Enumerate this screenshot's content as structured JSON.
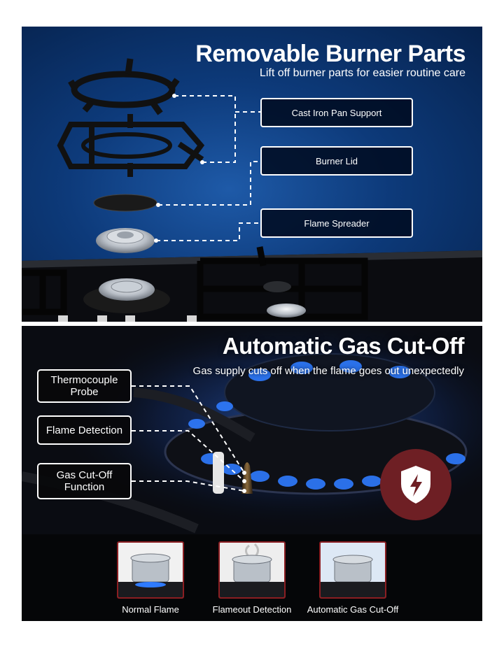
{
  "top_panel": {
    "title": "Removable Burner Parts",
    "subtitle": "Lift off burner parts for easier routine care",
    "labels": [
      "Cast Iron Pan Support",
      "Burner Lid",
      "Flame Spreader"
    ]
  },
  "bottom_panel": {
    "title": "Automatic Gas Cut-Off",
    "subtitle": "Gas supply cuts off when the flame goes out unexpectedly",
    "features": [
      "Thermocouple Probe",
      "Flame Detection",
      "Gas Cut-Off Function"
    ],
    "badge_icon": "shield-lightning-icon",
    "thumbnails": [
      "Normal Flame",
      "Flameout Detection",
      "Automatic Gas Cut-Off"
    ]
  },
  "colors": {
    "top_background": "#0d3a7a",
    "bottom_background": "#0a0c12",
    "flame_blue": "#2f7bff",
    "badge_red": "#6e1f24",
    "thumb_border": "#8b1e22"
  }
}
